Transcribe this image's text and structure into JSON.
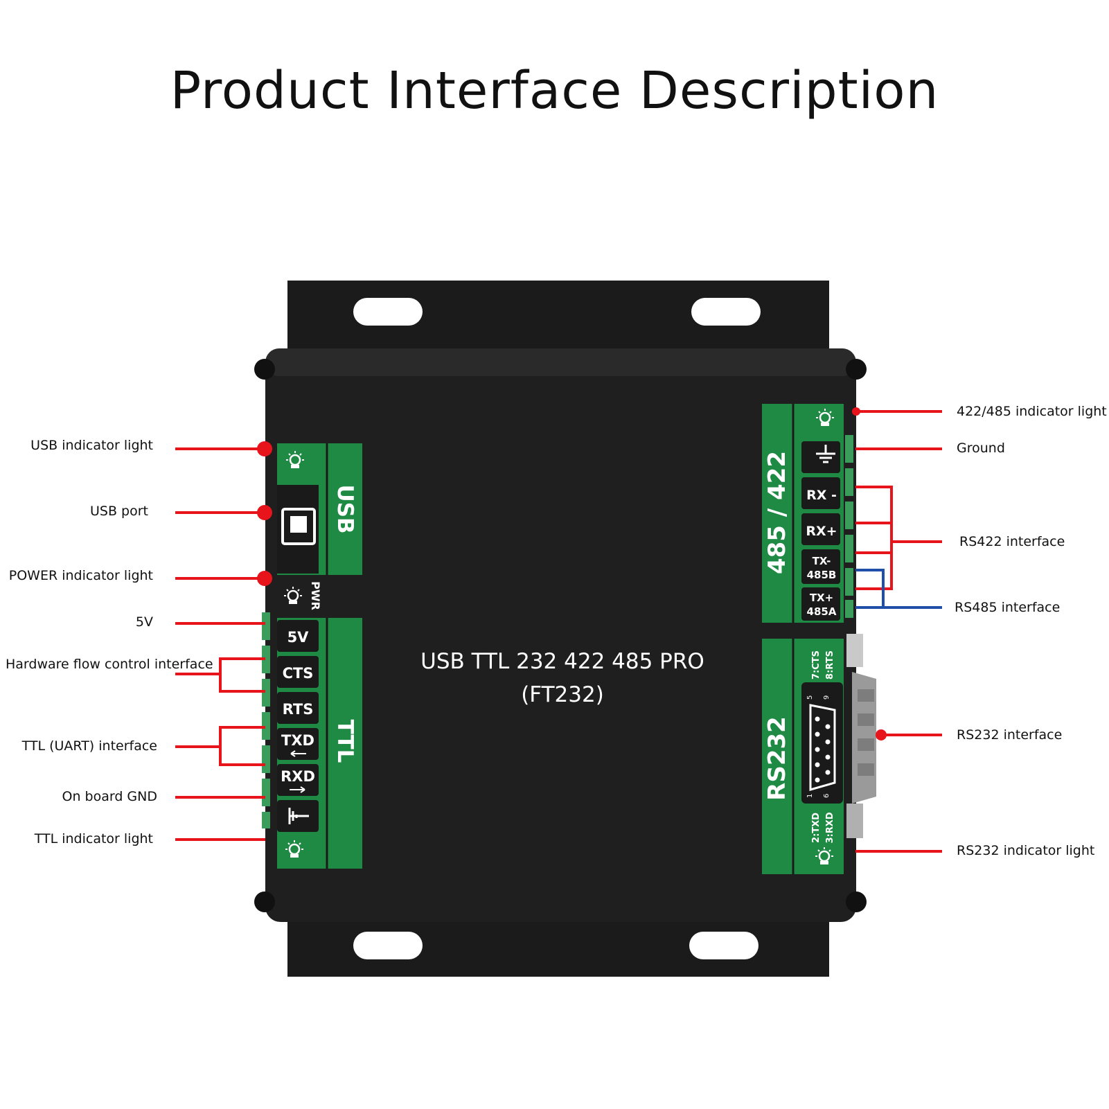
{
  "title": "Product Interface Description",
  "device": {
    "model_line1": "USB TTL 232 422 485 PRO",
    "model_line2": "(FT232)",
    "usb_section": "USB",
    "pwr_text": "PWR",
    "ttl_section": "TTL",
    "ttl_pins": [
      "5V",
      "CTS",
      "RTS",
      "TXD",
      "RXD"
    ],
    "rs485_section": "485 / 422",
    "rs485_pins": [
      "RX -",
      "RX+"
    ],
    "tx_minus": [
      "TX-",
      "485B"
    ],
    "tx_plus": [
      "TX+",
      "485A"
    ],
    "rs232_section": "RS232",
    "rs232_top": [
      "7:CTS",
      "8:RTS"
    ],
    "rs232_bottom": [
      "2:TXD",
      "3:RXD"
    ],
    "db9_numbers": [
      "5",
      "9",
      "1",
      "6"
    ]
  },
  "left_labels": [
    "USB indicator light",
    "USB port",
    "POWER indicator light",
    "5V",
    "Hardware flow control interface",
    "TTL (UART) interface",
    "On board GND",
    "TTL indicator light"
  ],
  "right_labels": [
    "422/485 indicator light",
    "Ground",
    "RS422 interface",
    "RS485 interface",
    "RS232 interface",
    "RS232 indicator light"
  ],
  "colors": {
    "callout_red": "#e8141c",
    "callout_blue": "#1f4fa8",
    "panel_green": "#1f8a44",
    "body_black": "#1e1e1e"
  }
}
